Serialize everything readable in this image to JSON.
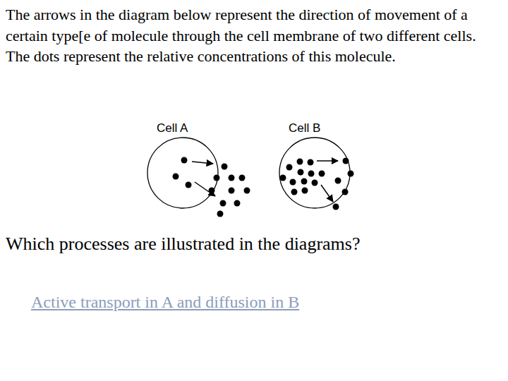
{
  "diagram": {
    "nodes": [
      {
        "text": [
          "Cell A"
        ]
      },
      {
        "text": [
          "Cell B"
        ]
      }
    ],
    "labels": [
      "The arrows in the diagram below represent the direction of movement of a certain type[e of molecule through the cell membrane of two different cells. The dots represent the relative concentrations of this molecule.",
      "Which processes are illustrated in the diagrams?",
      "Active transport in A and diffusion in B"
    ]
  }
}
